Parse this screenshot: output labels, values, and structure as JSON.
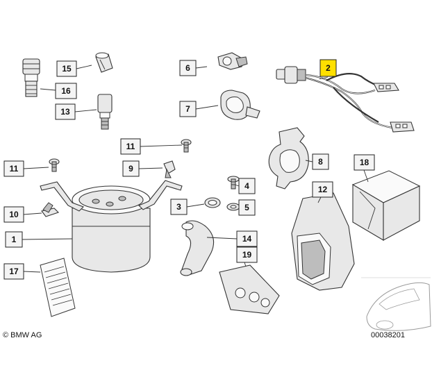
{
  "callouts": {
    "c1": "1",
    "c2": "2",
    "c3": "3",
    "c4": "4",
    "c5": "5",
    "c6": "6",
    "c7": "7",
    "c8": "8",
    "c9": "9",
    "c10": "10",
    "c11a": "11",
    "c11b": "11",
    "c12": "12",
    "c13": "13",
    "c14": "14",
    "c15": "15",
    "c16": "16",
    "c17": "17",
    "c18": "18",
    "c19": "19"
  },
  "highlight_color": "#ffe000",
  "footer": {
    "copyright": "© BMW AG",
    "diagram_number": "00038201"
  }
}
